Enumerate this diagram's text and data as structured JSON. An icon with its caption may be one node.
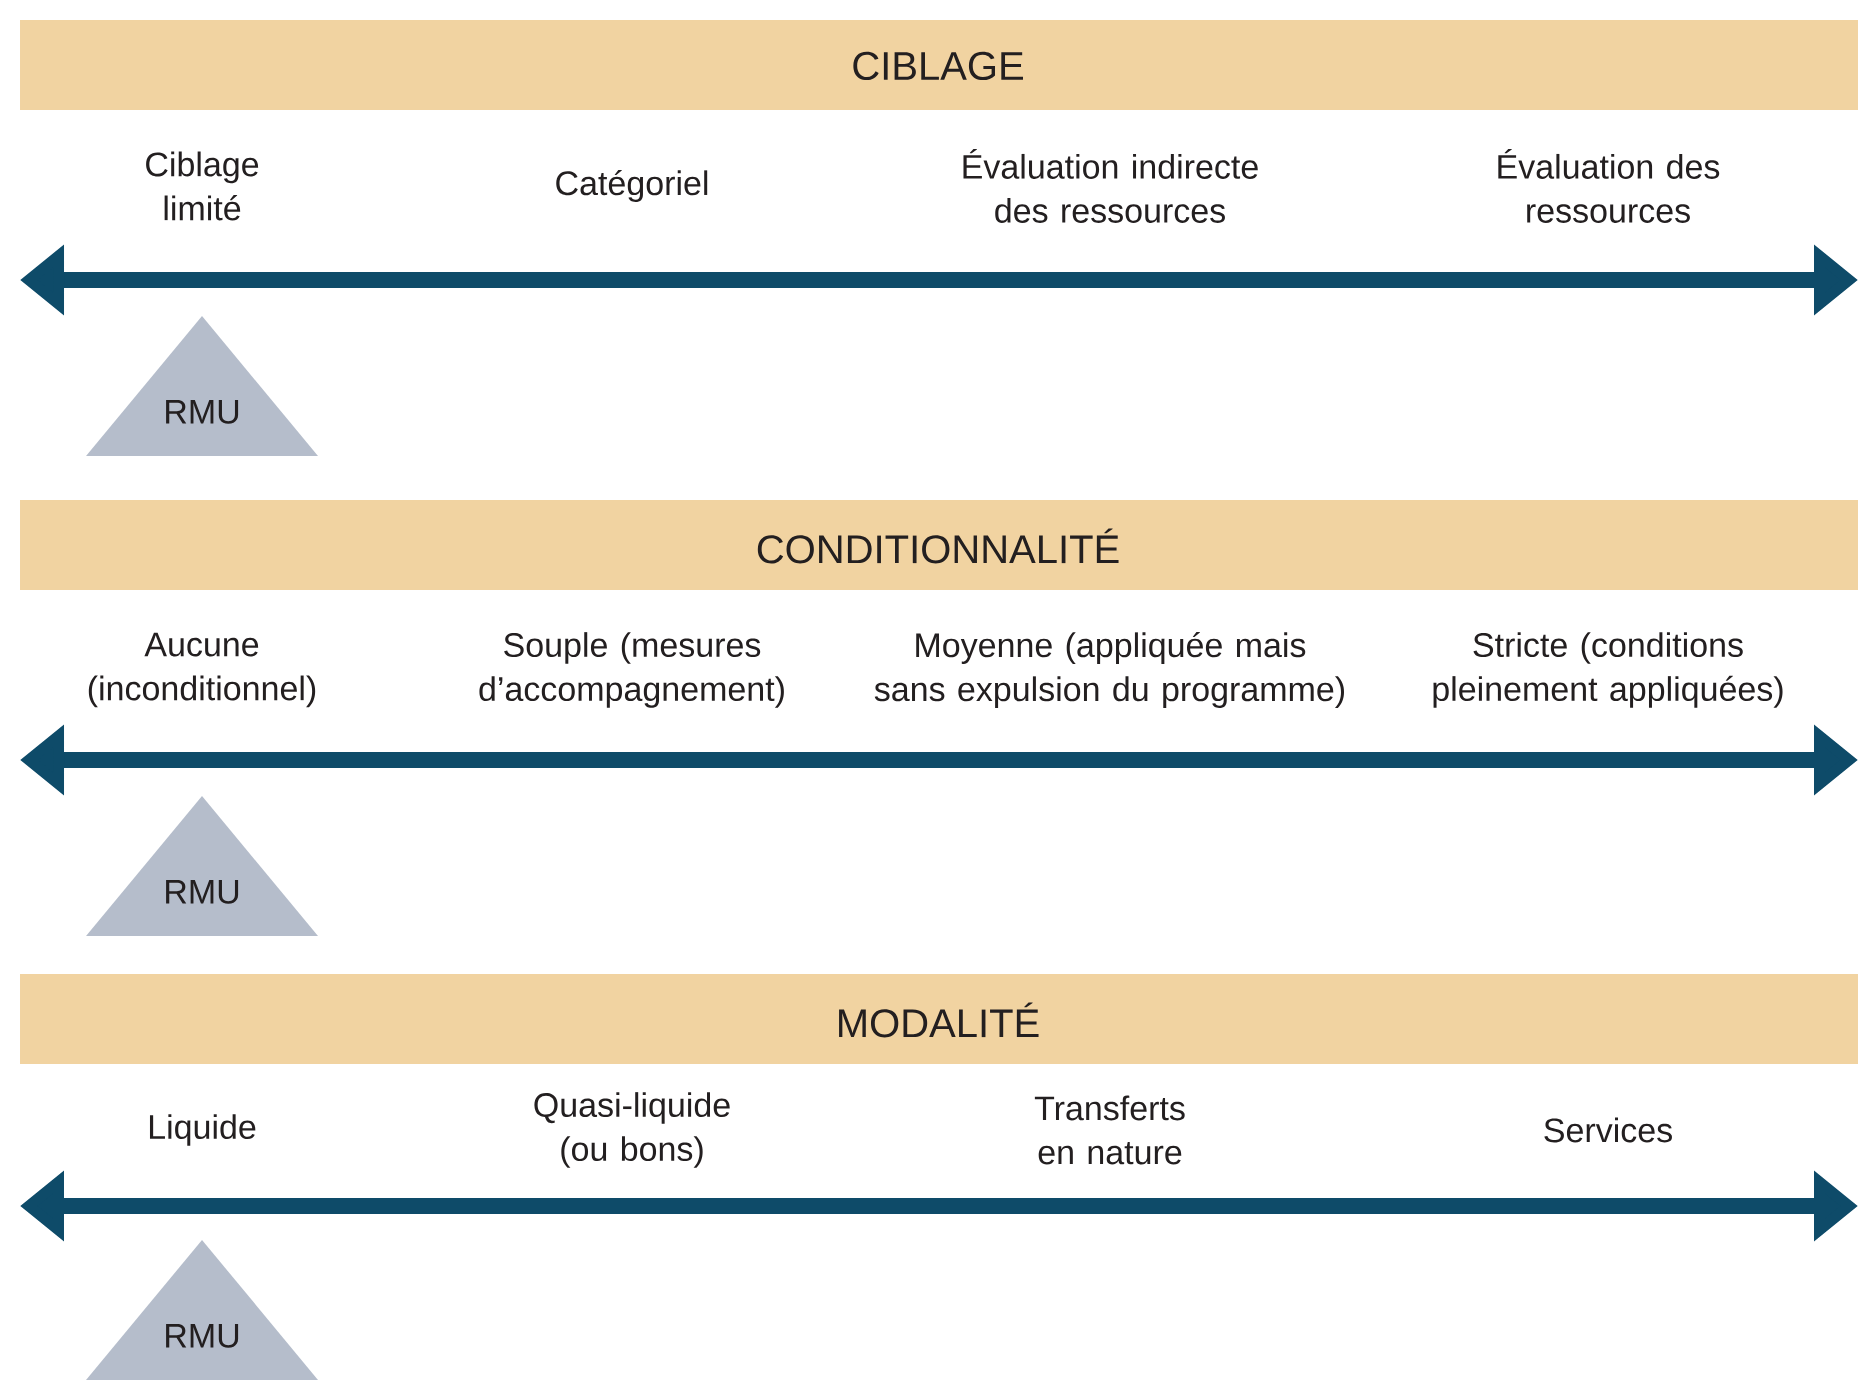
{
  "diagram": {
    "nodes": [
      {
        "text": [
          "CIBLAGE"
        ]
      },
      {
        "text": [
          "RMU"
        ]
      },
      {
        "text": [
          "CONDITIONNALITÉ"
        ]
      },
      {
        "text": [
          "RMU"
        ]
      },
      {
        "text": [
          "MODALITÉ"
        ]
      },
      {
        "text": [
          "RMU"
        ]
      }
    ],
    "labels": [
      "Ciblage limité",
      "Catégoriel",
      "Évaluation indirecte des ressources",
      "Évaluation des ressources",
      "Aucune (inconditionnel)",
      "Souple (mesures d’accompagnement)",
      "Moyenne (appliquée mais sans expulsion du programme)",
      "Stricte (conditions pleinement appliquées)",
      "Liquide",
      "Quasi-liquide (ou bons)",
      "Transferts en nature",
      "Services"
    ]
  }
}
